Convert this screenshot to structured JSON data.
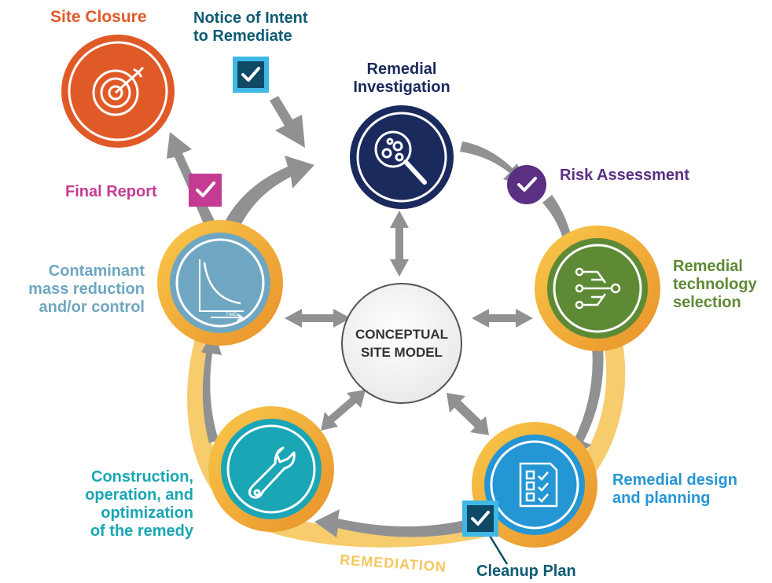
{
  "center": {
    "line1": "CONCEPTUAL",
    "line2": "SITE MODEL"
  },
  "remediation_label": "REMEDIATION",
  "stages": [
    {
      "id": "remedial-investigation",
      "lines": [
        "Remedial",
        "Investigation"
      ],
      "color": "#1b2a5c",
      "icon": "magnifier-icon"
    },
    {
      "id": "remedial-technology-selection",
      "lines": [
        "Remedial",
        "technology",
        "selection"
      ],
      "color": "#5e8a36",
      "icon": "network-nodes-icon"
    },
    {
      "id": "remedial-design-and-planning",
      "lines": [
        "Remedial design",
        "and planning"
      ],
      "color": "#2596d4",
      "icon": "checklist-icon"
    },
    {
      "id": "construction-operation",
      "lines": [
        "Construction,",
        "operation, and",
        "optimization",
        "of the remedy"
      ],
      "color": "#1aa6b5",
      "icon": "wrench-icon"
    },
    {
      "id": "contaminant-mass-reduction",
      "lines": [
        "Contaminant",
        "mass reduction",
        "and/or control"
      ],
      "color": "#6fa7c2",
      "icon": "decay-curve-icon"
    },
    {
      "id": "site-closure",
      "lines": [
        "Site Closure"
      ],
      "color": "#e05a28",
      "icon": "target-icon"
    }
  ],
  "milestones": [
    {
      "id": "notice-of-intent",
      "lines": [
        "Notice of Intent",
        "to Remediate"
      ],
      "color": "#0e5a73",
      "icon": "checkbox-icon"
    },
    {
      "id": "risk-assessment",
      "lines": [
        "Risk Assessment"
      ],
      "color": "#5b2f82",
      "icon": "check-circle-icon"
    },
    {
      "id": "final-report",
      "lines": [
        "Final Report"
      ],
      "color": "#c43b94",
      "icon": "checkbox-icon"
    },
    {
      "id": "cleanup-plan",
      "lines": [
        "Cleanup Plan"
      ],
      "color": "#0e5a73",
      "icon": "checkbox-icon"
    }
  ],
  "colors": {
    "arrow": "#8f9193",
    "remediation_ring": "#f5c75d",
    "ring_gold": "#f2a82f",
    "navy_box": "#0e4a66",
    "box_border": "#3fb8e6"
  }
}
